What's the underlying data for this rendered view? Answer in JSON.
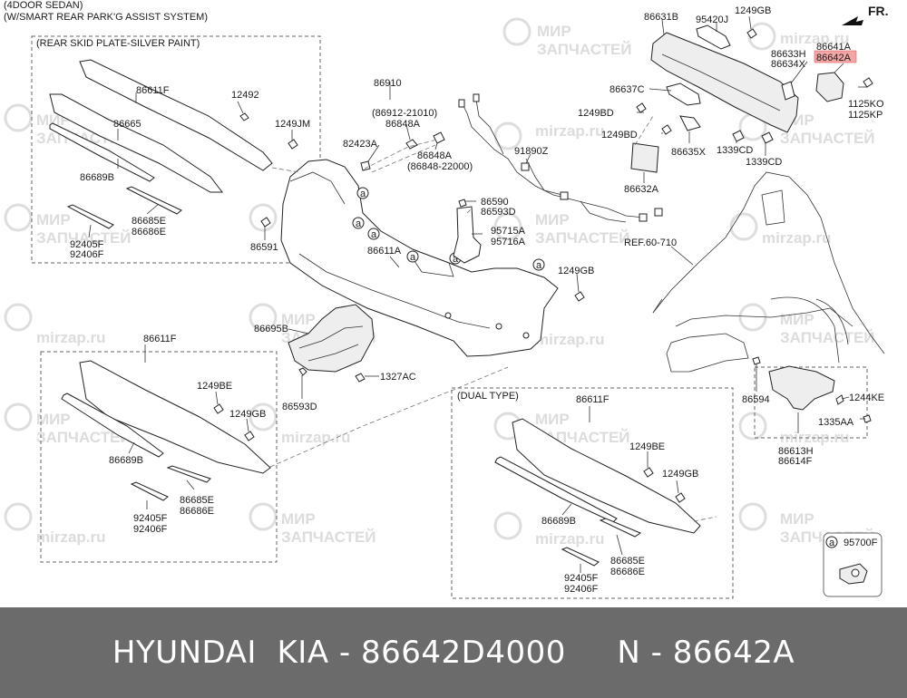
{
  "header": {
    "line1": "(4DOOR SEDAN)",
    "line2": "(W/SMART REAR PARK'G ASSIST SYSTEM)",
    "direction": "FR."
  },
  "boxes": {
    "skid_plate": "(REAR SKID PLATE-SILVER PAINT)",
    "dual_type": "(DUAL TYPE)"
  },
  "labels": {
    "p86611F_a": "86611F",
    "p12492": "12492",
    "p86665": "86665",
    "p1249JM": "1249JM",
    "p86689B_a": "86689B",
    "p86685E_a": "86685E",
    "p86686E_a": "86686E",
    "p92405F_a": "92405F",
    "p92406F_a": "92406F",
    "p86910": "86910",
    "p86912": "(86912-21010)",
    "p86848A_a": "86848A",
    "p82423A": "82423A",
    "p86848A_b": "86848A",
    "p86848_22000": "(86848-22000)",
    "p91890Z": "91890Z",
    "p86590": "86590",
    "p86593D_a": "86593D",
    "p95715A": "95715A",
    "p95716A": "95716A",
    "p86611A": "86611A",
    "p86591": "86591",
    "p1249GB_a": "1249GB",
    "p86695B": "86695B",
    "p1327AC": "1327AC",
    "p86593D_b": "86593D",
    "p86631B": "86631B",
    "p95420J": "95420J",
    "p1249GB_b": "1249GB",
    "p86641A": "86641A",
    "p86633H": "86633H",
    "p86642A": "86642A",
    "p86634X": "86634X",
    "p1125KO": "1125KO",
    "p1125KP": "1125KP",
    "p86637C": "86637C",
    "p1249BD_a": "1249BD",
    "p1249BD_b": "1249BD",
    "p86635X": "86635X",
    "p1339CD_a": "1339CD",
    "p1339CD_b": "1339CD",
    "p86632A": "86632A",
    "pREF": "REF.60-710",
    "p86611F_b": "86611F",
    "p1249BE_a": "1249BE",
    "p1249GB_c": "1249GB",
    "p86689B_b": "86689B",
    "p86685E_b": "86685E",
    "p86686E_b": "86686E",
    "p92405F_b": "92405F",
    "p92406F_b": "92406F",
    "p86611F_c": "86611F",
    "p1249BE_b": "1249BE",
    "p1249GB_d": "1249GB",
    "p86689B_c": "86689B",
    "p86685E_c": "86685E",
    "p86686E_c": "86686E",
    "p92405F_c": "92405F",
    "p92406F_c": "92406F",
    "p86594": "86594",
    "p1244KE": "1244KE",
    "p1335AA": "1335AA",
    "p86613H": "86613H",
    "p86614F": "86614F",
    "p95700F": "95700F",
    "callout": "a"
  },
  "highlight": {
    "part": "86642A",
    "color": "#f4a6a6"
  },
  "watermark": {
    "line1": "МИР",
    "line2": "ЗАПЧАСТЕЙ",
    "site": "mirzap.ru"
  },
  "footer": {
    "text": "HYUNDAI  KIA - 86642D4000     N - 86642A"
  }
}
